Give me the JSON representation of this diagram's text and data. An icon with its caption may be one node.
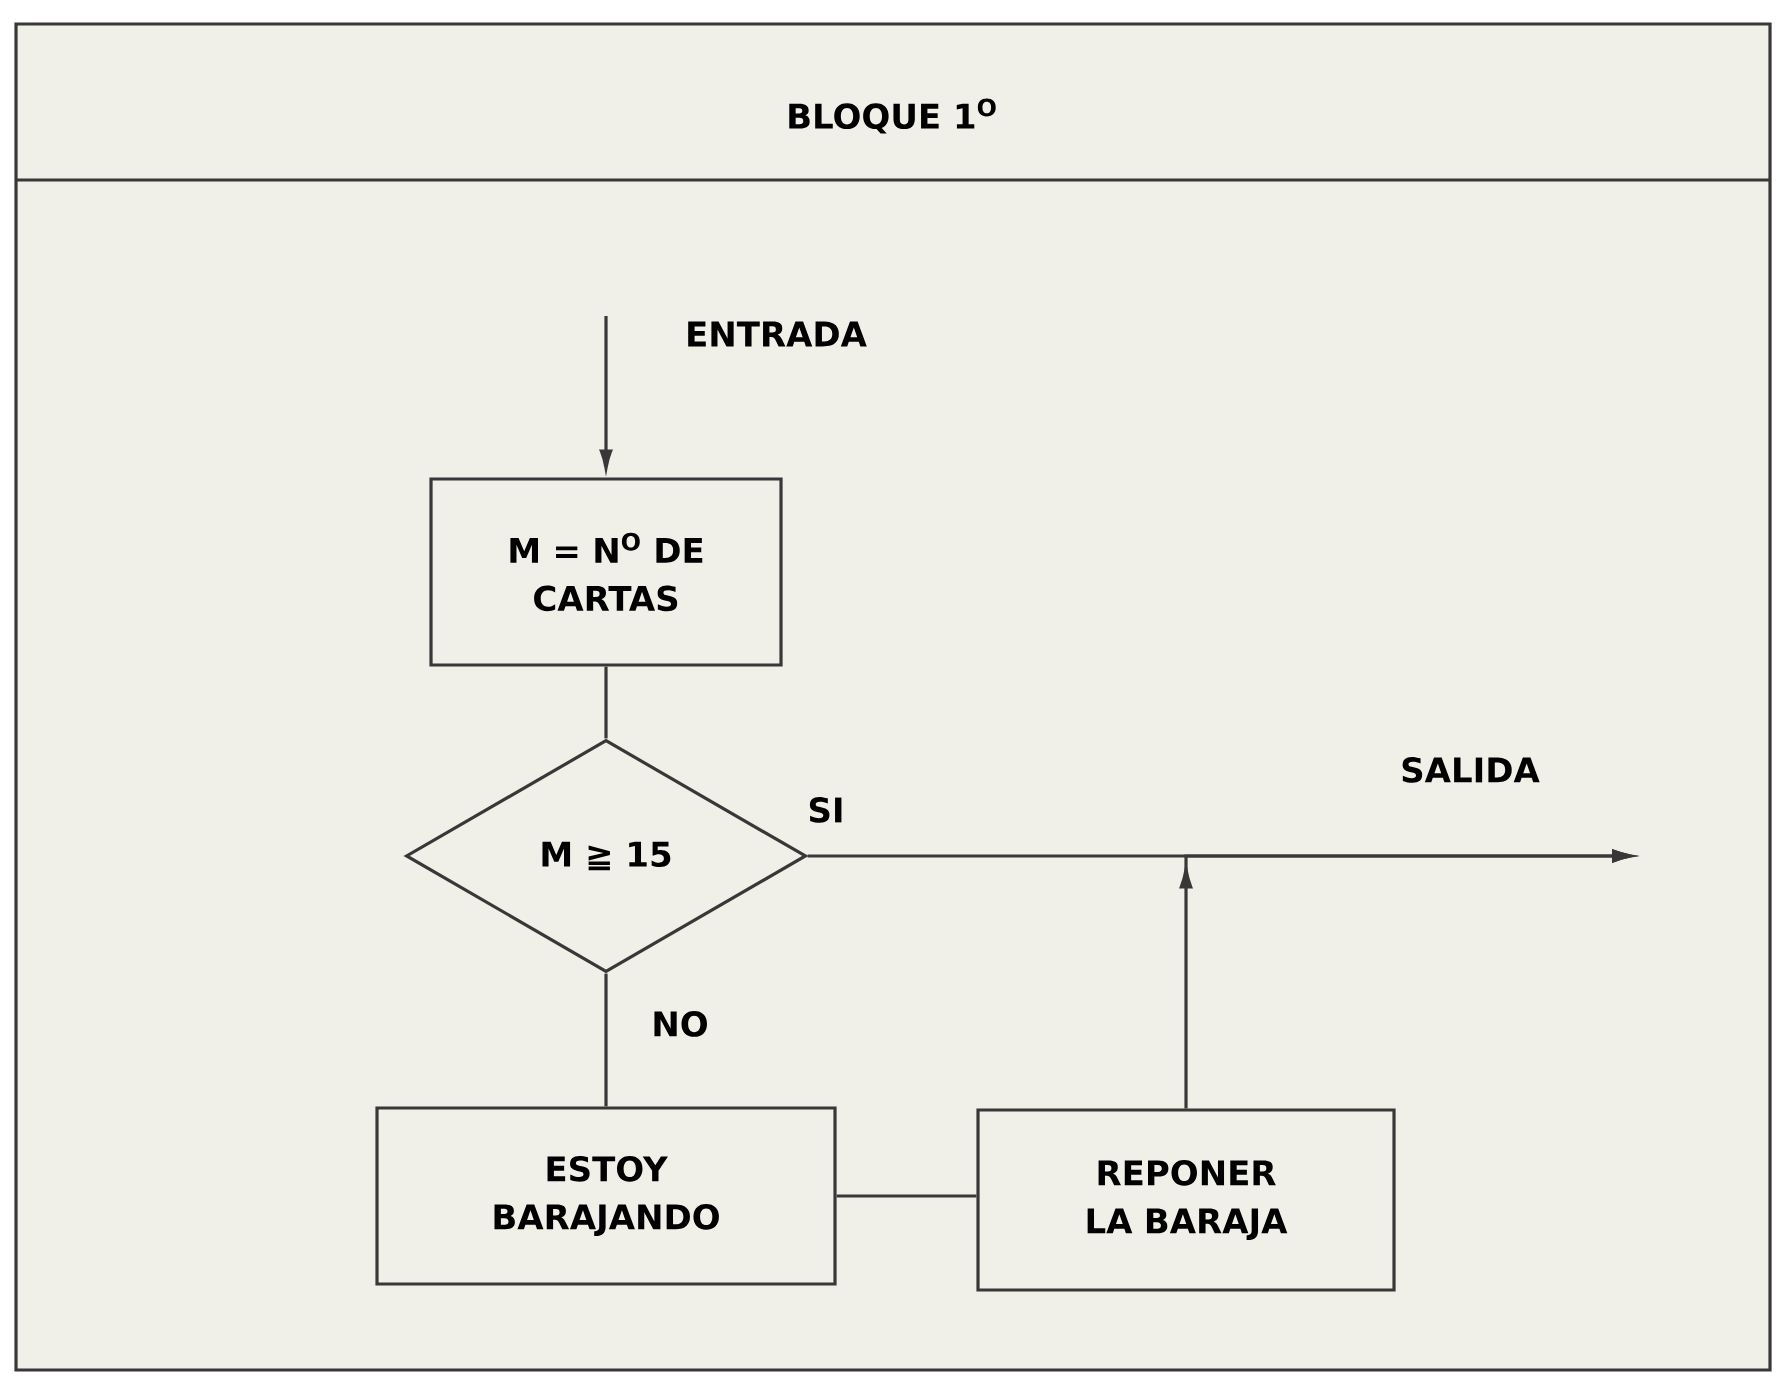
{
  "diagram": {
    "title": "BLOQUE 1$^{O}$",
    "nodes": [
      {
        "text": [
          "ENTRADA"
        ]
      },
      {
        "text": [
          "M = N$^{O}$ DE CARTAS"
        ]
      },
      {
        "text": [
          "M ≧ 15"
        ]
      },
      {
        "text": [
          "ESTOY BARAJANDO"
        ]
      },
      {
        "text": [
          "REPONER LA BARAJA"
        ]
      },
      {
        "text": [
          "SALIDA"
        ]
      }
    ],
    "edges": [
      {
        "from": 0,
        "to": 1,
        "arrow": "to"
      },
      {
        "from": 1,
        "to": 2,
        "arrow": "none"
      },
      {
        "from": 2,
        "to": 5,
        "arrow": "to",
        "label": "SI"
      },
      {
        "from": 2,
        "to": 3,
        "arrow": "none",
        "label": "NO"
      },
      {
        "from": 3,
        "to": 4,
        "arrow": "none"
      },
      {
        "from": 4,
        "to": 5,
        "arrow": "to"
      }
    ]
  }
}
